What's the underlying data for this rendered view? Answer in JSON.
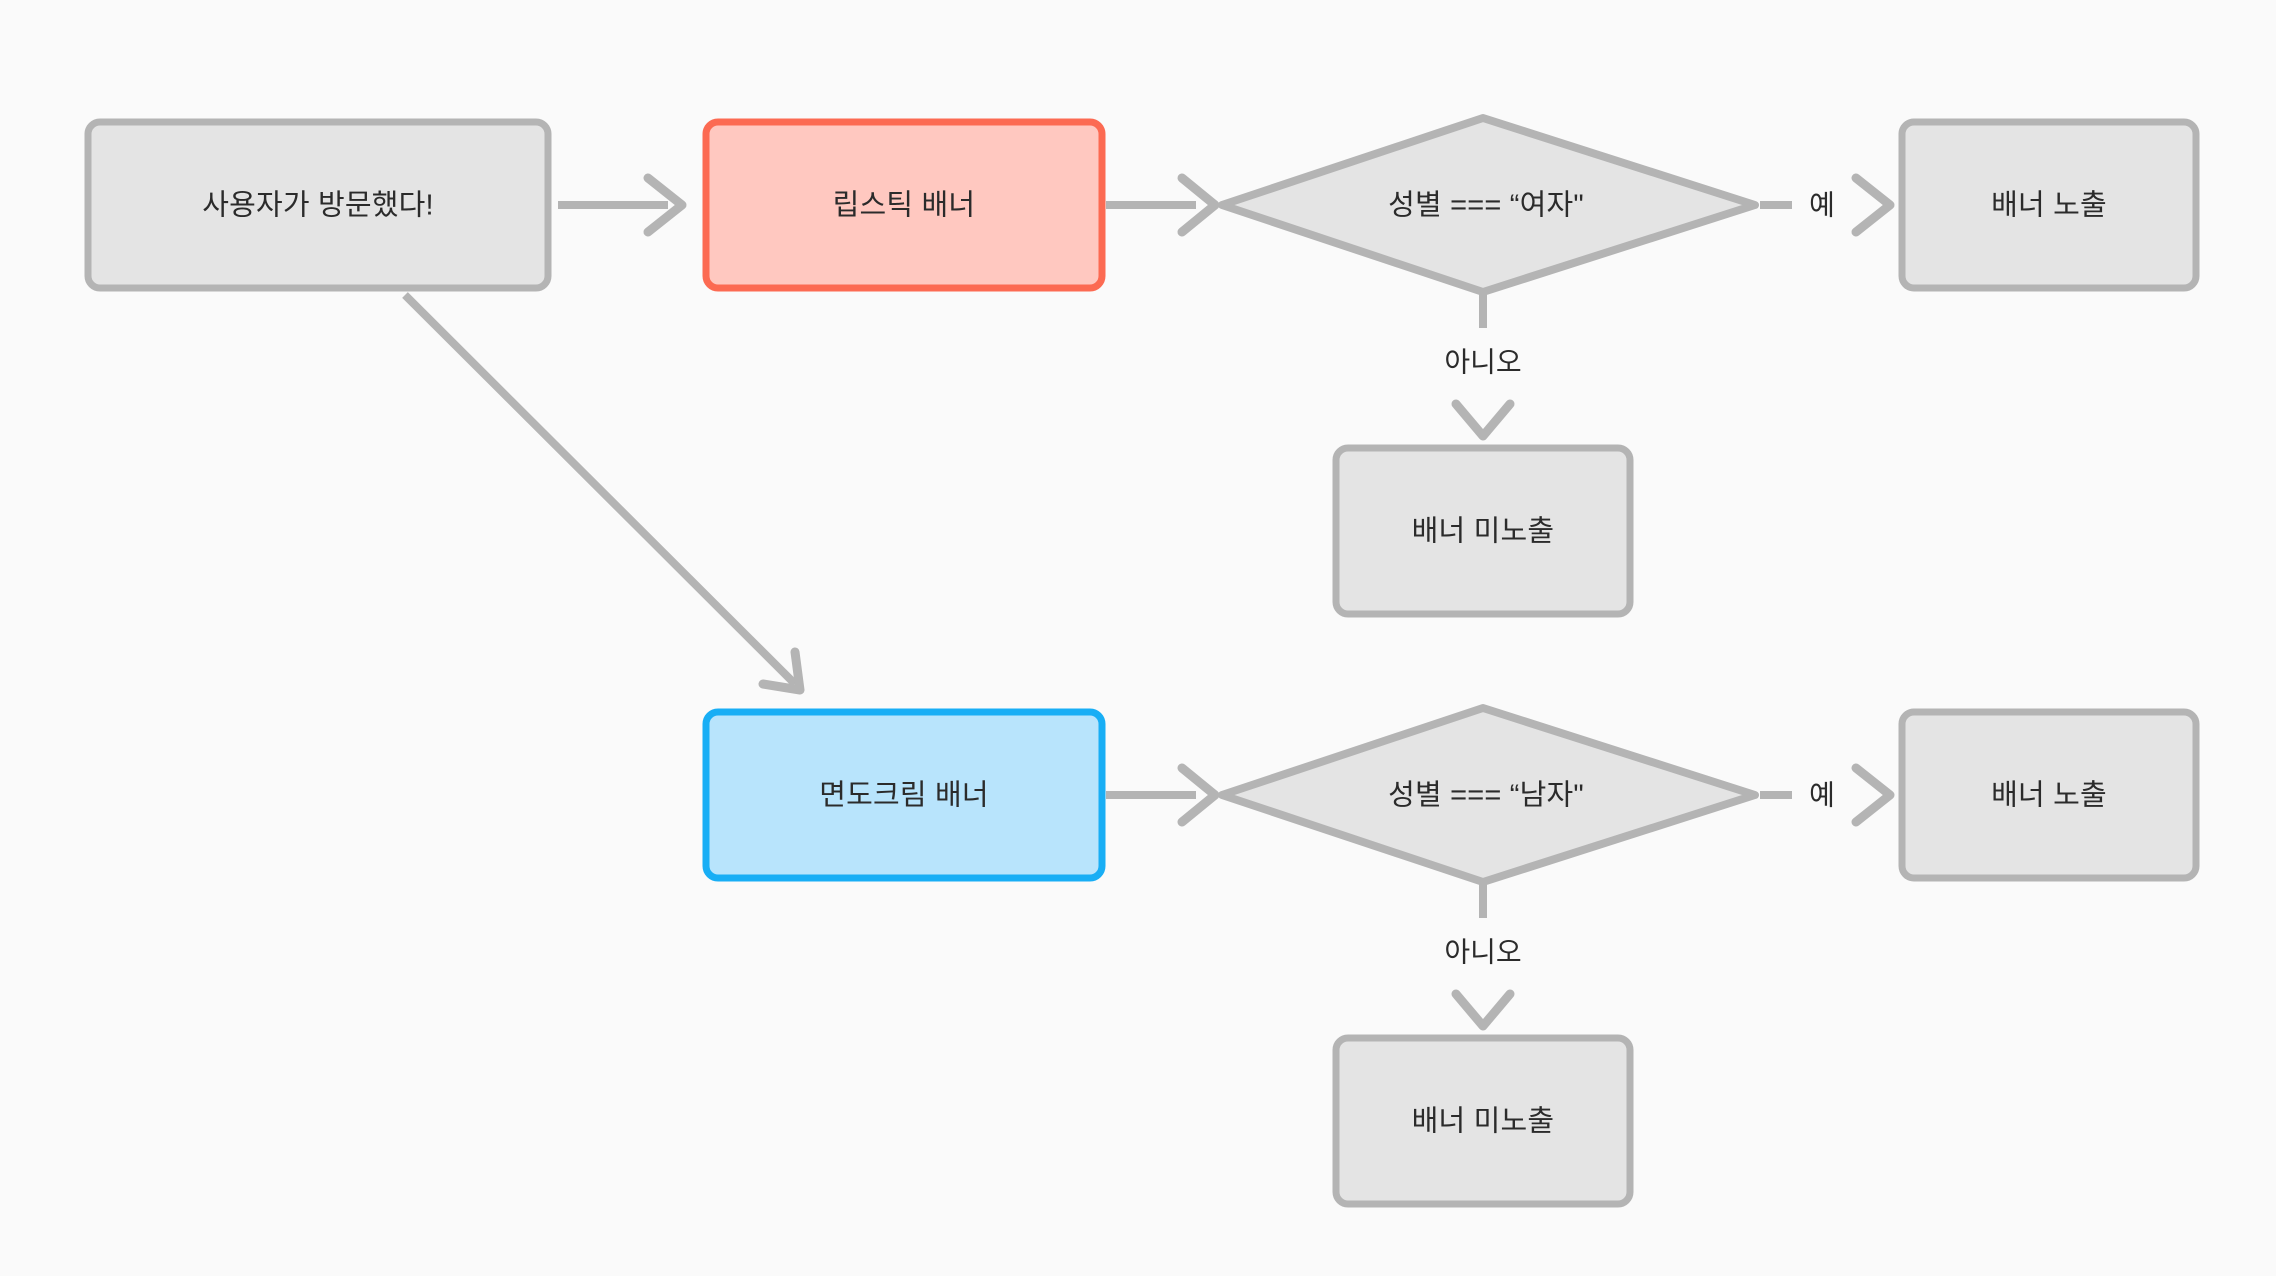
{
  "diagram": {
    "title": "banner-targeting-flowchart",
    "background_color": "#FAFAFA",
    "colors": {
      "gray_fill": "#E4E4E4",
      "gray_stroke": "#B4B4B4",
      "red_fill": "#FFC8C0",
      "red_stroke": "#FC6A52",
      "blue_fill": "#B8E4FC",
      "blue_stroke": "#18AEF5",
      "text": "#2B2B2B"
    }
  },
  "nodes": {
    "start": {
      "label": "사용자가 방문했다!",
      "shape": "rounded-rect",
      "style": "gray"
    },
    "lipstick_banner": {
      "label": "립스틱 배너",
      "shape": "rounded-rect",
      "style": "red"
    },
    "shaving_cream_banner": {
      "label": "면도크림 배너",
      "shape": "rounded-rect",
      "style": "blue"
    },
    "decision_female": {
      "label": "성별 === “여자\"",
      "shape": "diamond",
      "style": "gray"
    },
    "decision_male": {
      "label": "성별 === “남자\"",
      "shape": "diamond",
      "style": "gray"
    },
    "show_banner_female": {
      "label": "배너 노출",
      "shape": "rounded-rect",
      "style": "gray"
    },
    "hide_banner_female": {
      "label": "배너 미노출",
      "shape": "rounded-rect",
      "style": "gray"
    },
    "show_banner_male": {
      "label": "배너 노출",
      "shape": "rounded-rect",
      "style": "gray"
    },
    "hide_banner_male": {
      "label": "배너 미노출",
      "shape": "rounded-rect",
      "style": "gray"
    }
  },
  "edges": {
    "start_to_lipstick": {
      "label": ""
    },
    "start_to_shaving": {
      "label": ""
    },
    "lipstick_to_decision_female": {
      "label": ""
    },
    "shaving_to_decision_male": {
      "label": ""
    },
    "female_yes": {
      "label": "예"
    },
    "female_no": {
      "label": "아니오"
    },
    "male_yes": {
      "label": "예"
    },
    "male_no": {
      "label": "아니오"
    }
  }
}
